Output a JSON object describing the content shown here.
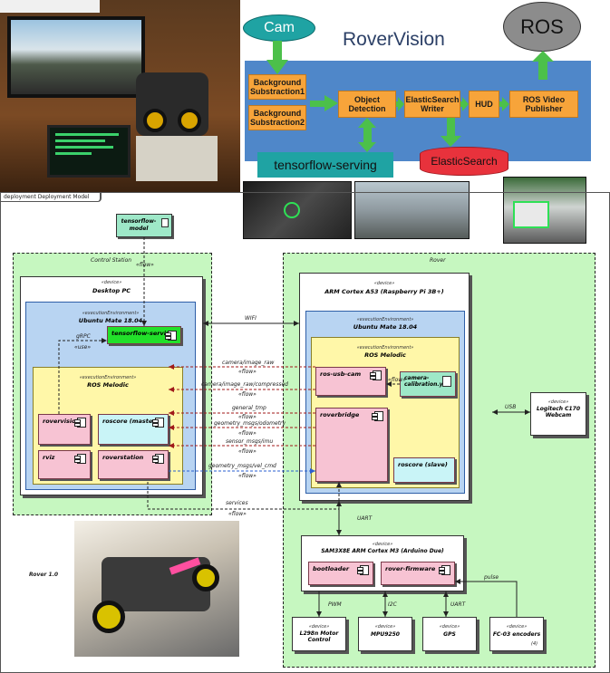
{
  "top": {
    "title": "RoverVision",
    "cam_label": "Cam",
    "ros_label": "ROS",
    "tfserving_label": "tensorflow-serving",
    "elastic_label": "ElasticSearch",
    "boxes": {
      "bg1": "Background Substraction1",
      "bg2": "Background Substraction2",
      "obj": "Object Detection",
      "esw": "ElasticSearch Writer",
      "hud": "HUD",
      "rosvp": "ROS Video Publisher"
    }
  },
  "deployment": {
    "tab": "deployment Deployment Model",
    "tf_model": "tensorflow-model",
    "flow": "«flow»",
    "use": "«use»",
    "grpc": "gRPC",
    "wifi": "WIFI",
    "usb": "USB",
    "uart": "UART",
    "pwm": "PWM",
    "i2c": "I2C",
    "pulse": "pulse",
    "rover_caption": "Rover 1.0",
    "device_stereo": "«device»",
    "env_stereo": "«executionEnvironment»",
    "control_station": {
      "title": "Control Station",
      "desktop": "Desktop PC",
      "ubuntu": "Ubuntu Mate 18.04",
      "tfserving": "tensorflow-serving",
      "ros": "ROS Melodic",
      "rovervision": "rovervision",
      "roscore": "roscore (master)",
      "rviz": "rviz",
      "roverstation": "roverstation"
    },
    "rover": {
      "title": "Rover",
      "arm": "ARM Cortex A53 (Raspberry Pi 3B+)",
      "ubuntu": "Ubuntu Mate 18.04",
      "ros": "ROS Melodic",
      "usbcam": "ros-usb-cam",
      "calib": "camera-calibration.yml",
      "roverbridge": "roverbridge",
      "roscore": "roscore (slave)",
      "webcam": "Logitech C170 Webcam",
      "sam": "SAM3X8E ARM Cortex M3 (Arduino Due)",
      "bootloader": "bootloader",
      "firmware": "rover-firmware",
      "l298": "L298n Motor Control",
      "mpu": "MPU9250",
      "gps": "GPS",
      "fc03": "FC-03 encoders",
      "fc03_mult": "(4)"
    },
    "topics": [
      {
        "name": "camera/image_raw",
        "flow": "«flow»"
      },
      {
        "name": "camera/image_raw/compressed",
        "flow": "«flow»"
      },
      {
        "name": "general_tmp",
        "flow": "«flow»"
      },
      {
        "name": "geometry_msgs/odometry",
        "flow": "«flow»"
      },
      {
        "name": "sensor_msgs/imu",
        "flow": "«flow»"
      },
      {
        "name": "geometry_msgs/vel_cmd",
        "flow": "«flow»"
      },
      {
        "name": "services",
        "flow": "«flow»"
      }
    ]
  },
  "colors": {
    "orange_box": "#f7a43a",
    "blue_panel": "#4f87c9",
    "green_arrow": "#4cc04a",
    "teal": "#1fa3a3",
    "red": "#e8323c",
    "grey_ellipse": "#8c8c8c",
    "node_green": "#c6f7c0"
  }
}
